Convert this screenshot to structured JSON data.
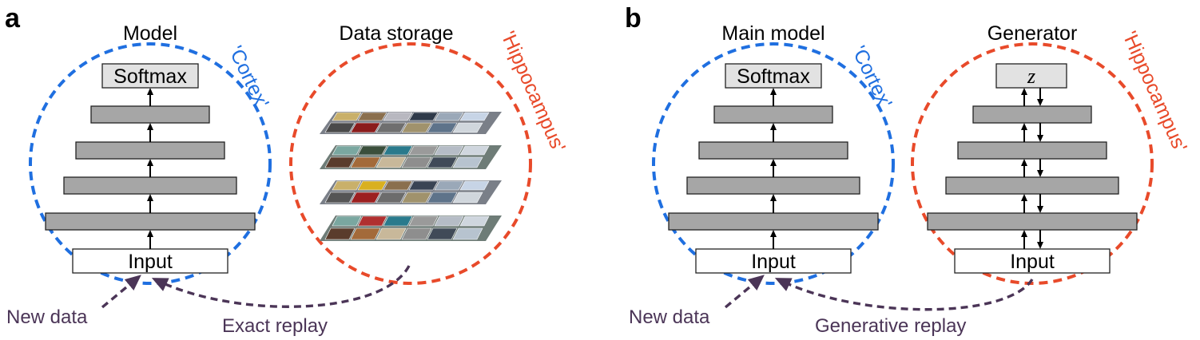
{
  "panels": [
    {
      "letter": "a",
      "left_title": "Model",
      "right_title": "Data storage",
      "left_region_label": "'Cortex'",
      "right_region_label": "'Hippocampus'",
      "top_box": "Softmax",
      "input_box": "Input",
      "new_data": "New data",
      "replay_label": "Exact replay"
    },
    {
      "letter": "b",
      "left_title": "Main model",
      "right_title": "Generator",
      "left_region_label": "'Cortex'",
      "right_region_label": "'Hippocampus'",
      "top_box": "Softmax",
      "generator_top_box": "z",
      "input_box": "Input",
      "generator_input_box": "Input",
      "new_data": "New data",
      "replay_label": "Generative replay"
    }
  ],
  "colors": {
    "cortex": "#1f6fe0",
    "hippocampus": "#e84a2a",
    "replay": "#4b3557",
    "layer_fill": "#a6a6a6"
  }
}
